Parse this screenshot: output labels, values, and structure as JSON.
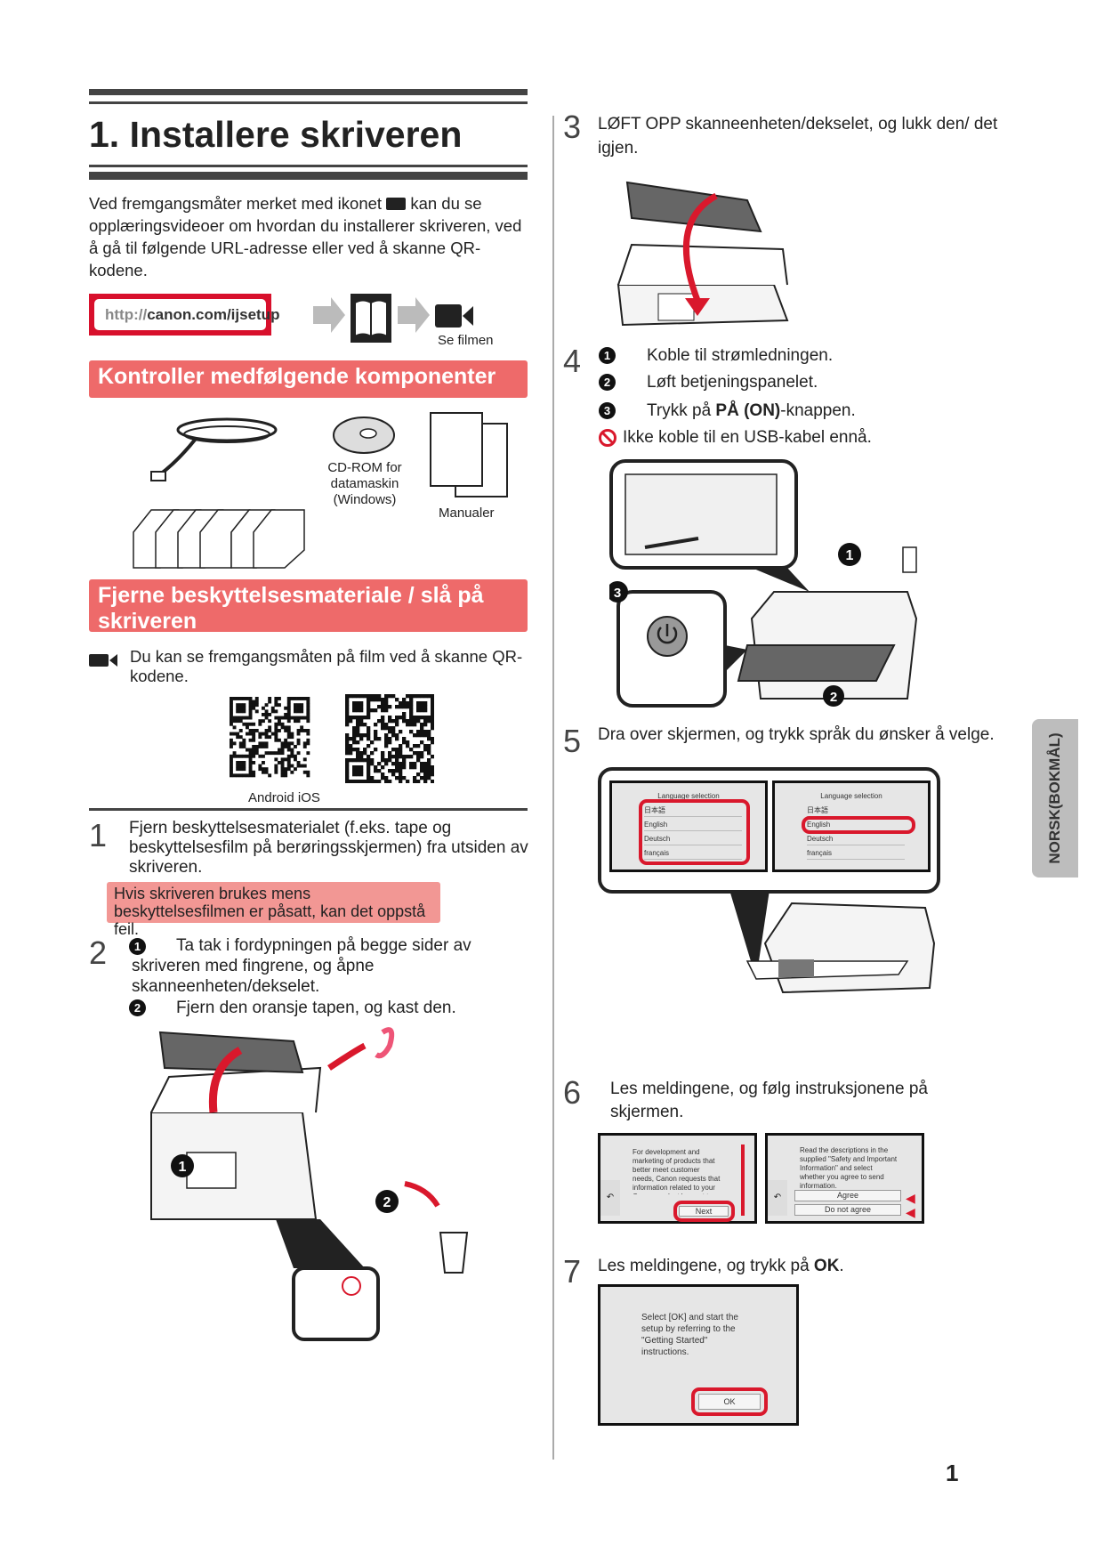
{
  "header": {
    "title": "1. Installere skriveren"
  },
  "intro": {
    "text_before_icon": "Ved fremgangsmåter merket med ikonet",
    "text_after_icon": "kan du se opplæringsvideoer om hvordan du installerer skriveren, ved å gå til følgende URL-adresse eller ved å skanne QR-kodene."
  },
  "url": {
    "prefix": "http://",
    "domain": "canon.com/ijsetup",
    "watch_label": "Se filmen"
  },
  "components": {
    "banner": "Kontroller medfølgende komponenter",
    "cd_label": "CD-ROM for datamaskin (Windows)",
    "manuals_label": "Manualer"
  },
  "protect": {
    "banner": "Fjerne beskyttelsesmateriale / slå på skriveren",
    "video_note": "Du kan se fremgangsmåten på film ved å skanne QR-kodene.",
    "qr_label": "Android iOS"
  },
  "steps": {
    "s1": {
      "num": "1",
      "text": "Fjern beskyttelsesmaterialet (f.eks. tape og beskyttelsesfilm på berøringsskjermen) fra utsiden av skriveren.",
      "note": "Hvis skriveren brukes mens beskyttelsesfilmen er påsatt, kan det oppstå feil."
    },
    "s2": {
      "num": "2",
      "b1": "1",
      "t1": "Ta tak i fordypningen på begge sider av skriveren med fingrene, og åpne skanneenheten/dekselet.",
      "b2": "2",
      "t2": "Fjern den oransje tapen, og kast den."
    },
    "s3": {
      "num": "3",
      "text": "LØFT OPP skanneenheten/dekselet, og lukk den/ det igjen."
    },
    "s4": {
      "num": "4",
      "b1": "1",
      "t1": "Koble til strømledningen.",
      "b2": "2",
      "t2": "Løft betjeningspanelet.",
      "b3": "3",
      "t3_pre": "Trykk på",
      "t3_bold": "PÅ (ON)",
      "t3_post": "-knappen.",
      "warn": "Ikke koble til en USB-kabel ennå."
    },
    "s5": {
      "num": "5",
      "text": "Dra over skjermen, og trykk språk du ønsker å velge.",
      "screen_title": "Language selection",
      "langs": [
        "日本語",
        "English",
        "Deutsch",
        "français"
      ]
    },
    "s6": {
      "num": "6",
      "text": "Les meldingene, og følg instruksjonene på skjermen.",
      "screen1": "For development and marketing of products that better meet customer needs, Canon requests that information related to your Canon product be sent to Canon through the Internet.",
      "next": "Next",
      "screen2": "Read the descriptions in the supplied \"Safety and Important Information\" and select whether you agree to send information.",
      "agree": "Agree",
      "disagree": "Do not agree"
    },
    "s7": {
      "num": "7",
      "text_pre": "Les meldingene, og trykk på",
      "text_bold": "OK",
      "text_post": ".",
      "screen": "Select [OK] and start the setup by referring to the \"Getting Started\" instructions.",
      "ok": "OK"
    }
  },
  "side_tab": "NORSK(BOKMÅL)",
  "page_number": "1",
  "colors": {
    "accent": "#ee6a6a",
    "note": "#f29794",
    "red": "#d9182c"
  }
}
